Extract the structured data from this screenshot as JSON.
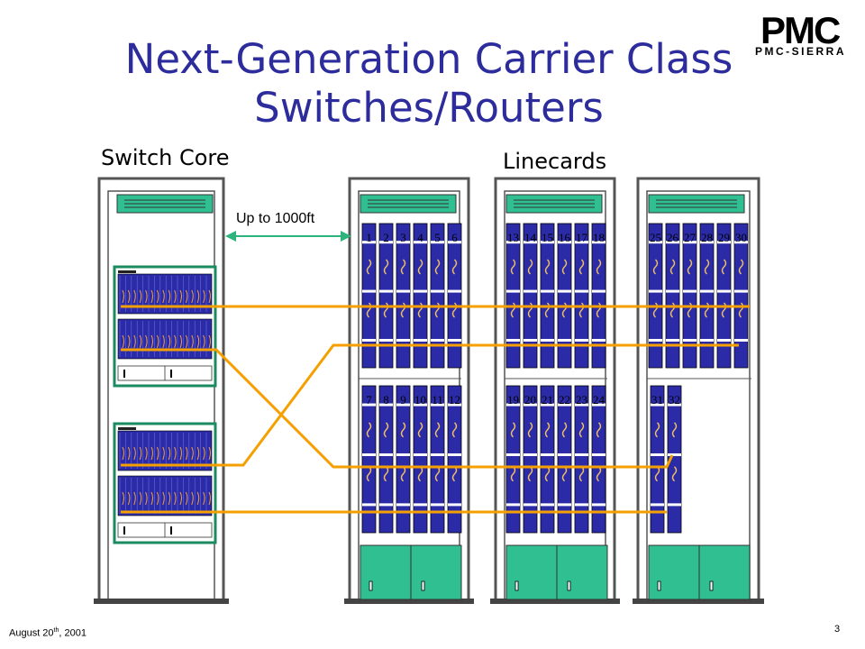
{
  "title": {
    "line1": "Next-Generation Carrier Class",
    "line2": "Switches/Routers"
  },
  "logo": {
    "text": "PMC",
    "subtext": "PMC-SIERRA"
  },
  "labels": {
    "switch_core": "Switch Core",
    "linecards": "Linecards",
    "distance": "Up to 1000ft"
  },
  "footer": {
    "date": "August 20",
    "date_suffix": "th",
    "year": ", 2001",
    "page": "3"
  },
  "linecard_numbers": {
    "rack1_top": [
      "1",
      "2",
      "3",
      "4",
      "5",
      "6"
    ],
    "rack1_bottom": [
      "7",
      "8",
      "9",
      "10",
      "11",
      "12"
    ],
    "rack2_top": [
      "13",
      "14",
      "15",
      "16",
      "17",
      "18"
    ],
    "rack2_bottom": [
      "19",
      "20",
      "21",
      "22",
      "23",
      "24"
    ],
    "rack3_top": [
      "25",
      "26",
      "27",
      "28",
      "29",
      "30"
    ],
    "rack3_bottom": [
      "31",
      "32"
    ]
  },
  "colors": {
    "title": "#2c2c9c",
    "rack_frame": "#555555",
    "card_blue": "#2b2ba8",
    "link_orange": "#f5a000",
    "arrow_green": "#2bb57c",
    "panel_teal": "#2fbf90",
    "floor": "#444444"
  }
}
